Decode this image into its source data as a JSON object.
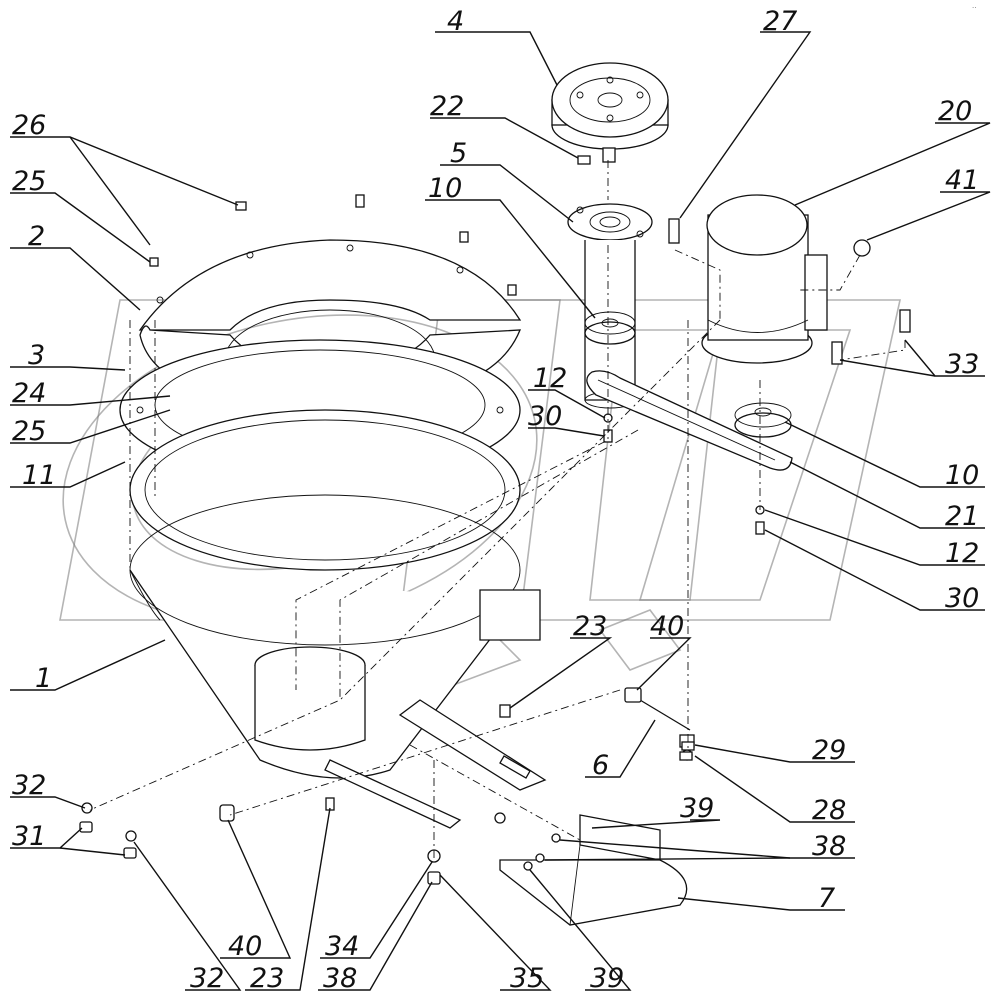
{
  "diagram": {
    "labels": [
      {
        "id": "l4",
        "text": "4"
      },
      {
        "id": "l27",
        "text": "27"
      },
      {
        "id": "l22",
        "text": "22"
      },
      {
        "id": "l20",
        "text": "20"
      },
      {
        "id": "l26",
        "text": "26"
      },
      {
        "id": "l5",
        "text": "5"
      },
      {
        "id": "l41",
        "text": "41"
      },
      {
        "id": "l25a",
        "text": "25"
      },
      {
        "id": "l10a",
        "text": "10"
      },
      {
        "id": "l2",
        "text": "2"
      },
      {
        "id": "l33",
        "text": "33"
      },
      {
        "id": "l3",
        "text": "3"
      },
      {
        "id": "l12a",
        "text": "12"
      },
      {
        "id": "l24",
        "text": "24"
      },
      {
        "id": "l30a",
        "text": "30"
      },
      {
        "id": "l25b",
        "text": "25"
      },
      {
        "id": "l10b",
        "text": "10"
      },
      {
        "id": "l11",
        "text": "11"
      },
      {
        "id": "l21",
        "text": "21"
      },
      {
        "id": "l12b",
        "text": "12"
      },
      {
        "id": "l30b",
        "text": "30"
      },
      {
        "id": "l23a",
        "text": "23"
      },
      {
        "id": "l40a",
        "text": "40"
      },
      {
        "id": "l1",
        "text": "1"
      },
      {
        "id": "l6",
        "text": "6"
      },
      {
        "id": "l29",
        "text": "29"
      },
      {
        "id": "l32a",
        "text": "32"
      },
      {
        "id": "l28",
        "text": "28"
      },
      {
        "id": "l39a",
        "text": "39"
      },
      {
        "id": "l38a",
        "text": "38"
      },
      {
        "id": "l31",
        "text": "31"
      },
      {
        "id": "l7",
        "text": "7"
      },
      {
        "id": "l40b",
        "text": "40"
      },
      {
        "id": "l34",
        "text": "34"
      },
      {
        "id": "l32b",
        "text": "32"
      },
      {
        "id": "l23b",
        "text": "23"
      },
      {
        "id": "l38b",
        "text": "38"
      },
      {
        "id": "l35",
        "text": "35"
      },
      {
        "id": "l39b",
        "text": "39"
      }
    ],
    "corner_mark": "··"
  }
}
